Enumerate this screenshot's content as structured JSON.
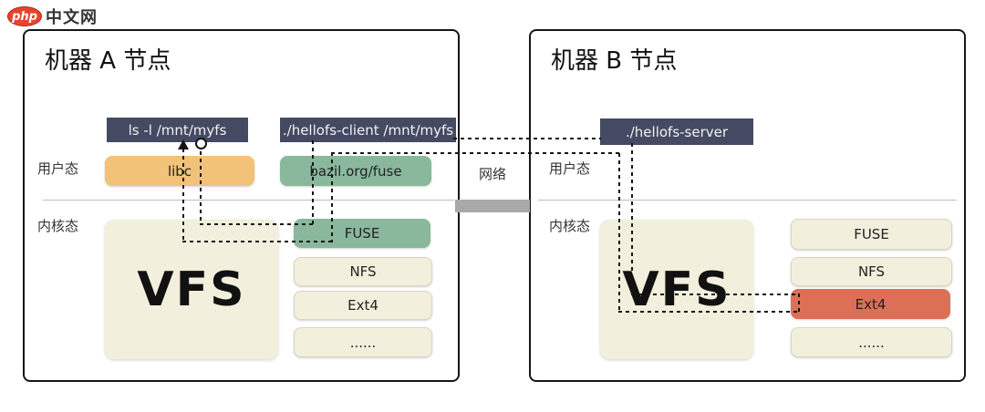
{
  "logo": {
    "badge": "php",
    "text": "中文网"
  },
  "network": {
    "label": "网络"
  },
  "machine_a": {
    "title": "机器 A 节点",
    "banners": {
      "ls": "ls -l /mnt/myfs",
      "client": "./hellofs-client /mnt/myfs"
    },
    "labels": {
      "user": "用户态",
      "kernel": "内核态"
    },
    "user_boxes": {
      "libc": "libc",
      "fuse_lib": "bazil.org/fuse"
    },
    "vfs": "VFS",
    "stack": [
      {
        "label": "FUSE",
        "highlight": "green"
      },
      {
        "label": "NFS",
        "highlight": "none"
      },
      {
        "label": "Ext4",
        "highlight": "none"
      },
      {
        "label": "......",
        "highlight": "none"
      }
    ]
  },
  "machine_b": {
    "title": "机器 B 节点",
    "banners": {
      "server": "./hellofs-server"
    },
    "labels": {
      "user": "用户态",
      "kernel": "内核态"
    },
    "vfs": "VFS",
    "stack": [
      {
        "label": "FUSE",
        "highlight": "none"
      },
      {
        "label": "NFS",
        "highlight": "none"
      },
      {
        "label": "Ext4",
        "highlight": "red"
      },
      {
        "label": "......",
        "highlight": "none"
      }
    ]
  },
  "colors": {
    "banner_bg": "#454a63",
    "libc_orange": "#f2c279",
    "fuse_green": "#8ab89d",
    "box_beige": "#f2efdd",
    "ext4_red": "#dc6f55",
    "network_bar": "#a9a9a9",
    "logo_red": "#e8432e"
  }
}
